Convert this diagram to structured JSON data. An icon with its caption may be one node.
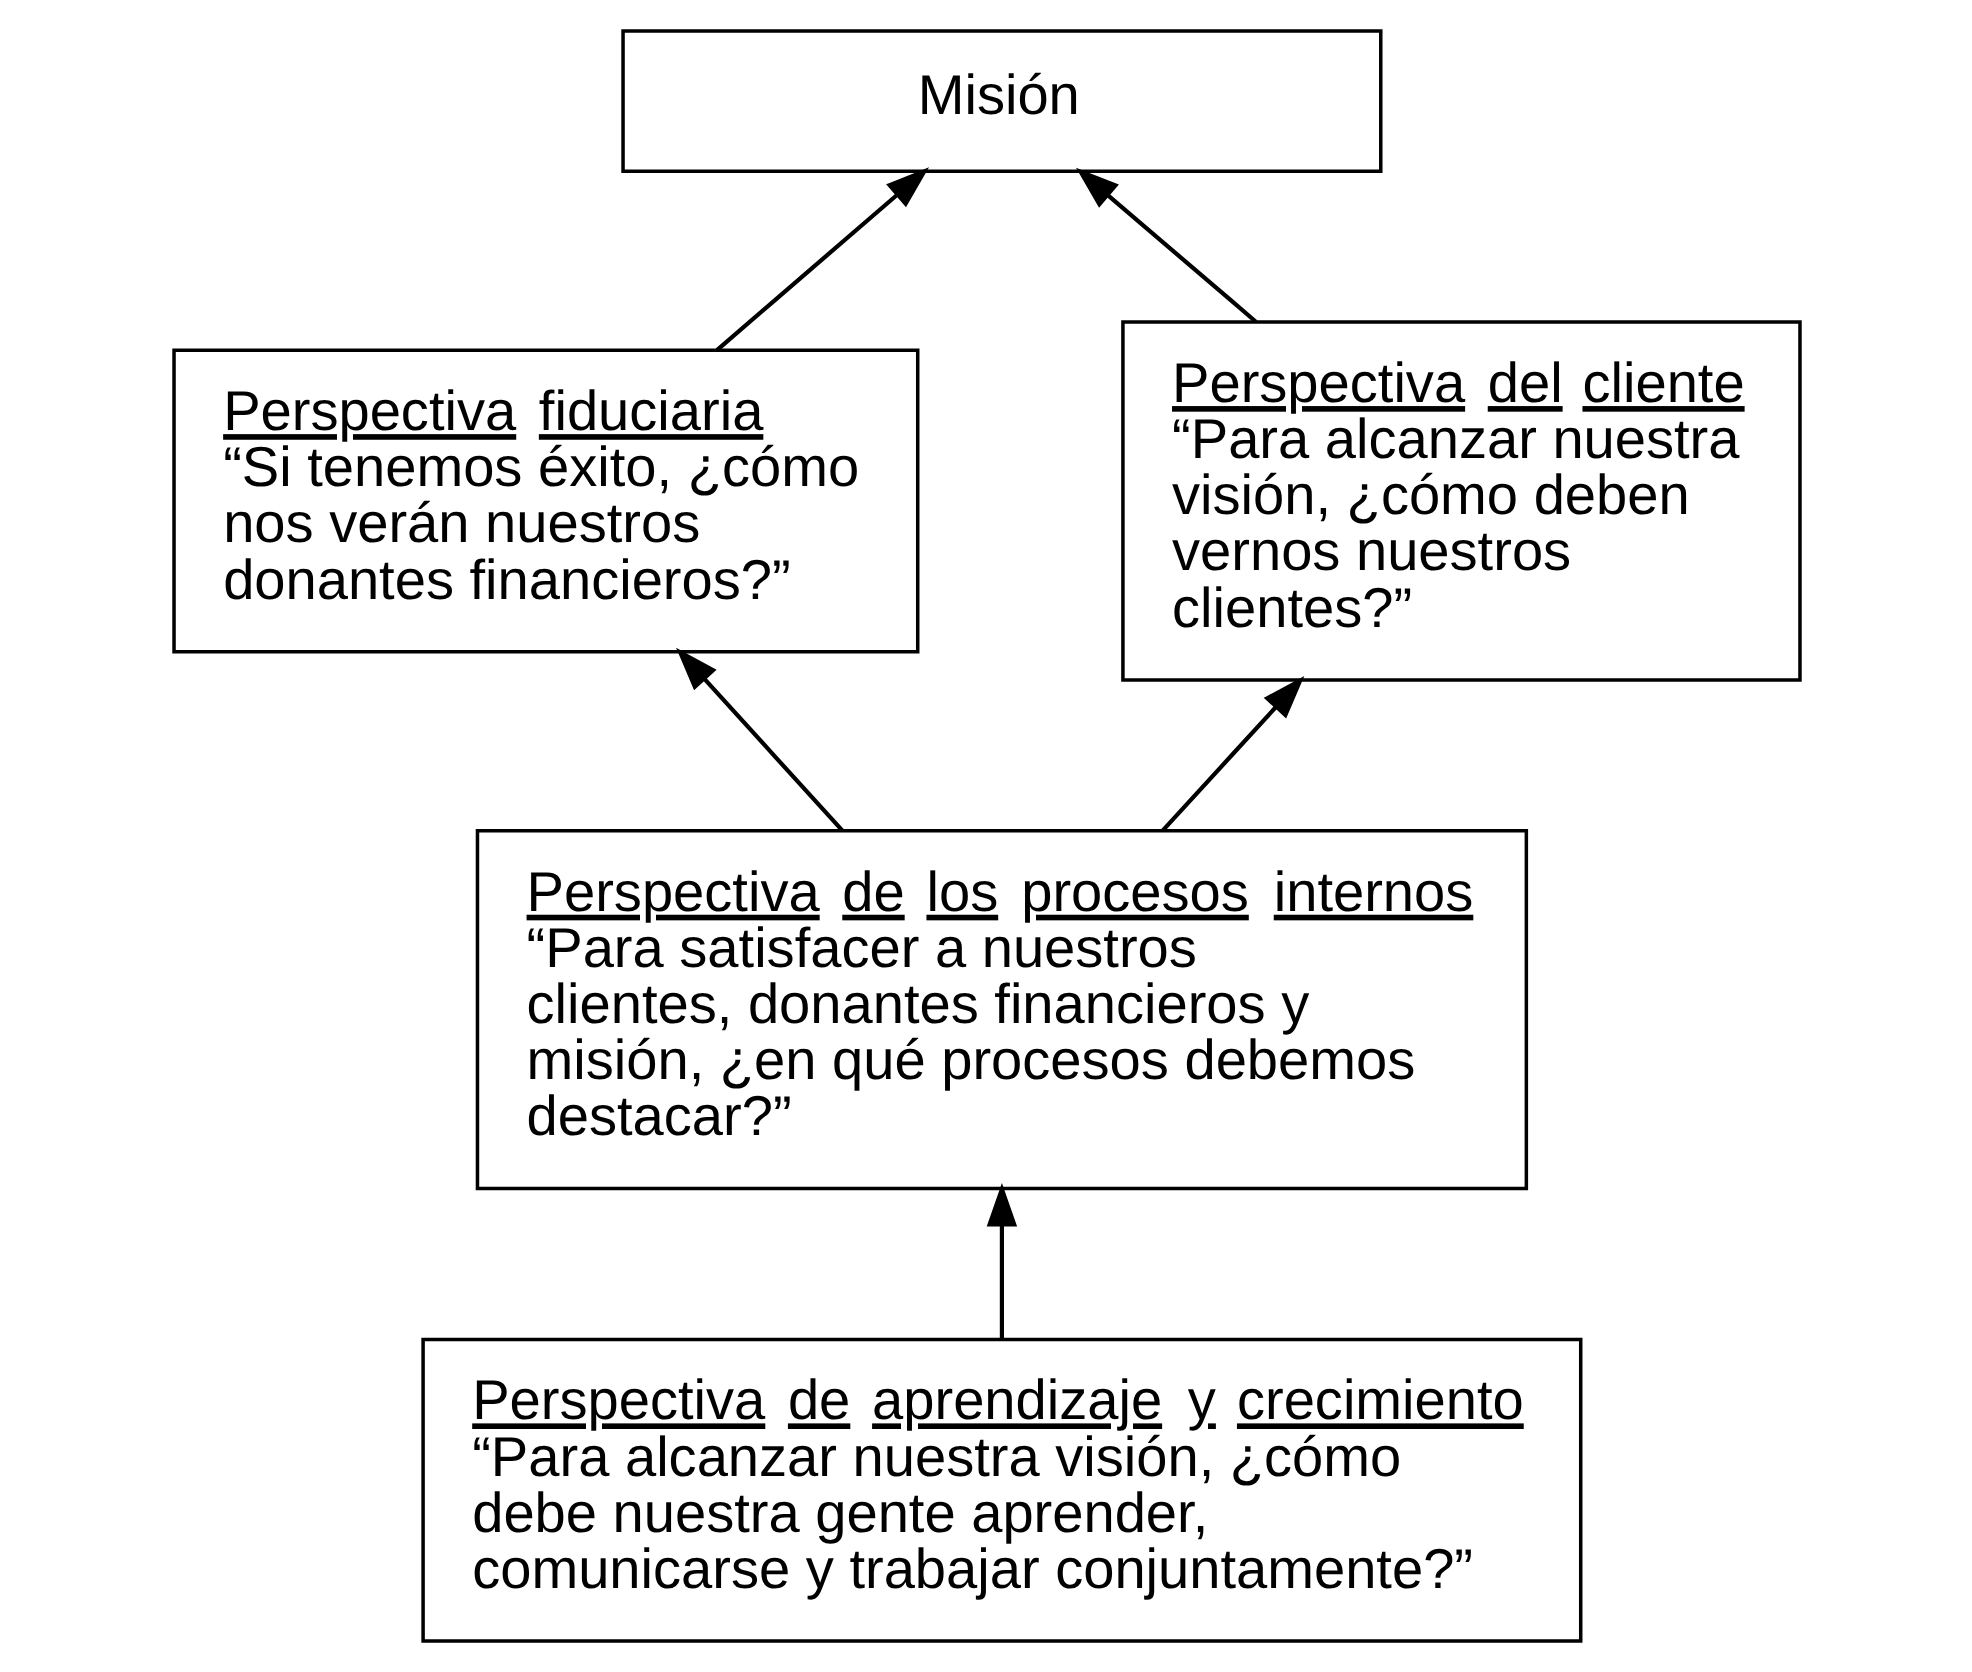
{
  "diagram": {
    "nodes": [
      {
        "text": [
          "Misión"
        ]
      },
      {
        "text": [
          "Perspectiva fiduciaria",
          "“Si tenemos éxito, ¿cómo nos verán nuestros donantes financieros?”"
        ]
      },
      {
        "text": [
          "Perspectiva del cliente",
          "“Para alcanzar nuestra visión, ¿cómo deben vernos nuestros clientes?”"
        ]
      },
      {
        "text": [
          "Perspectiva de los procesos internos",
          "“Para satisfacer a nuestros clientes, donantes financieros y misión, ¿en qué procesos debemos destacar?”"
        ]
      },
      {
        "text": [
          "Perspectiva de aprendizaje y crecimiento",
          "“Para alcanzar nuestra visión, ¿cómo debe nuestra gente aprender, comunicarse y trabajar conjuntamente?”"
        ]
      }
    ],
    "edges": [
      {
        "from": 1,
        "to": 0,
        "arrow": "to"
      },
      {
        "from": 2,
        "to": 0,
        "arrow": "to"
      },
      {
        "from": 3,
        "to": 1,
        "arrow": "to"
      },
      {
        "from": 3,
        "to": 2,
        "arrow": "to"
      },
      {
        "from": 4,
        "to": 3,
        "arrow": "to"
      }
    ]
  }
}
